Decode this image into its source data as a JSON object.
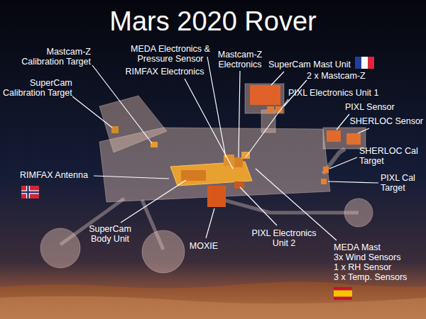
{
  "diagram": {
    "title": "Mars 2020 Rover",
    "labels": [
      "Mastcam-Z Calibration Target",
      "SuperCam Calibration Target",
      "MEDA Electronics & Pressure Sensor",
      "RIMFAX Electronics",
      "Mastcam-Z Electronics",
      "SuperCam Mast Unit",
      "2 x Mastcam-Z",
      "PIXL Electronics Unit 1",
      "PIXL Sensor",
      "SHERLOC Sensor",
      "RIMFAX Antenna",
      "SHERLOC Cal Target",
      "PIXL Cal Target",
      "SuperCam Body Unit",
      "MOXIE",
      "PIXL Electronics Unit 2",
      "MEDA Mast 3x Wind Sensors 1 x RH Sensor 3 x Temp. Sensors"
    ]
  }
}
